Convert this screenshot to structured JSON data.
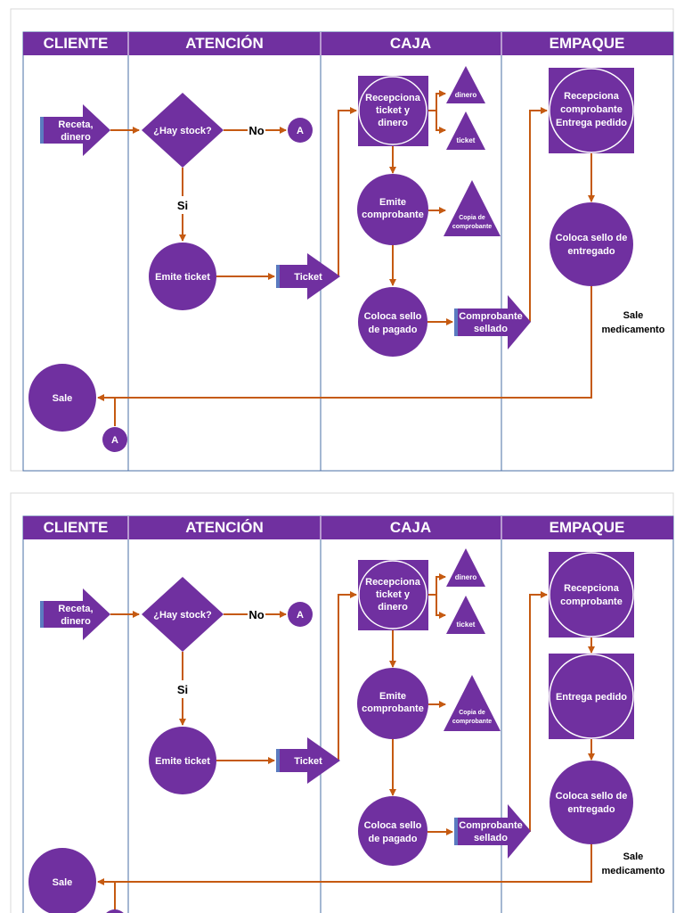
{
  "lanes": [
    "CLIENTE",
    "ATENCIÓN",
    "CAJA",
    "EMPAQUE"
  ],
  "diagram1": {
    "receta": [
      "Receta,",
      "dinero"
    ],
    "decision": "¿Hay stock?",
    "no_label": "No",
    "connector_a": "A",
    "si_label": "Si",
    "emite_ticket": "Emite ticket",
    "ticket_arrow": "Ticket",
    "recepciona": [
      "Recepciona",
      "ticket y",
      "dinero"
    ],
    "tri_dinero": "dinero",
    "tri_ticket": "ticket",
    "emite_comprobante": [
      "Emite",
      "comprobante"
    ],
    "copia": [
      "Copia de",
      "comprobante"
    ],
    "coloca_pagado": [
      "Coloca sello",
      "de pagado"
    ],
    "comprobante_sellado": [
      "Comprobante",
      "sellado"
    ],
    "empaque_box": [
      "Recepciona",
      "comprobante",
      "Entrega pedido"
    ],
    "coloca_entregado": [
      "Coloca sello de",
      "entregado"
    ],
    "sale_medicamento": [
      "Sale",
      "medicamento"
    ],
    "sale": "Sale",
    "connector_a2": "A"
  },
  "diagram2": {
    "receta": [
      "Receta,",
      "dinero"
    ],
    "decision": "¿Hay stock?",
    "no_label": "No",
    "connector_a": "A",
    "si_label": "Si",
    "emite_ticket": "Emite ticket",
    "ticket_arrow": "Ticket",
    "recepciona": [
      "Recepciona",
      "ticket y",
      "dinero"
    ],
    "tri_dinero": "dinero",
    "tri_ticket": "ticket",
    "emite_comprobante": [
      "Emite",
      "comprobante"
    ],
    "copia": [
      "Copia de",
      "comprobante"
    ],
    "coloca_pagado": [
      "Coloca sello",
      "de pagado"
    ],
    "comprobante_sellado": [
      "Comprobante",
      "sellado"
    ],
    "recepciona_comprobante": [
      "Recepciona",
      "comprobante"
    ],
    "entrega_pedido": "Entrega pedido",
    "coloca_entregado": [
      "Coloca sello de",
      "entregado"
    ],
    "sale_medicamento": [
      "Sale",
      "medicamento"
    ],
    "sale": "Sale"
  },
  "colors": {
    "purple": "#7030a0",
    "flow": "#c55a11",
    "lane_border": "#4a6fa5"
  }
}
